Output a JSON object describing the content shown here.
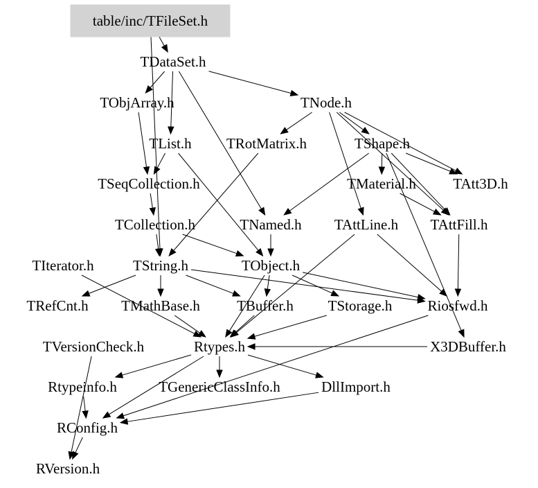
{
  "diagram": {
    "root": "table/inc/TFileSet.h",
    "nodes": {
      "TFileSet": "table/inc/TFileSet.h",
      "TDataSet": "TDataSet.h",
      "TObjArray": "TObjArray.h",
      "TNode": "TNode.h",
      "TList": "TList.h",
      "TRotMatrix": "TRotMatrix.h",
      "TShape": "TShape.h",
      "TSeqCollection": "TSeqCollection.h",
      "TMaterial": "TMaterial.h",
      "TAtt3D": "TAtt3D.h",
      "TCollection": "TCollection.h",
      "TNamed": "TNamed.h",
      "TAttLine": "TAttLine.h",
      "TAttFill": "TAttFill.h",
      "TIterator": "TIterator.h",
      "TString": "TString.h",
      "TObject": "TObject.h",
      "TRefCnt": "TRefCnt.h",
      "TMathBase": "TMathBase.h",
      "TBuffer": "TBuffer.h",
      "TStorage": "TStorage.h",
      "Riosfwd": "Riosfwd.h",
      "TVersionCheck": "TVersionCheck.h",
      "Rtypes": "Rtypes.h",
      "X3DBuffer": "X3DBuffer.h",
      "Rtypeinfo": "Rtypeinfo.h",
      "TGenericClassInfo": "TGenericClassInfo.h",
      "DllImport": "DllImport.h",
      "RConfig": "RConfig.h",
      "RVersion": "RVersion.h"
    },
    "edges": [
      [
        "TFileSet",
        "TDataSet"
      ],
      [
        "TFileSet",
        "TString"
      ],
      [
        "TDataSet",
        "TObjArray"
      ],
      [
        "TDataSet",
        "TList"
      ],
      [
        "TDataSet",
        "TNode"
      ],
      [
        "TDataSet",
        "TNamed"
      ],
      [
        "TObjArray",
        "TSeqCollection"
      ],
      [
        "TList",
        "TSeqCollection"
      ],
      [
        "TList",
        "TObject"
      ],
      [
        "TNode",
        "TRotMatrix"
      ],
      [
        "TNode",
        "TShape"
      ],
      [
        "TNode",
        "TAttLine"
      ],
      [
        "TNode",
        "TAtt3D"
      ],
      [
        "TNode",
        "TAttFill"
      ],
      [
        "TRotMatrix",
        "TString"
      ],
      [
        "TShape",
        "TNamed"
      ],
      [
        "TShape",
        "TMaterial"
      ],
      [
        "TShape",
        "TAtt3D"
      ],
      [
        "TShape",
        "TAttFill"
      ],
      [
        "TShape",
        "X3DBuffer"
      ],
      [
        "TMaterial",
        "TAttFill"
      ],
      [
        "TSeqCollection",
        "TCollection"
      ],
      [
        "TCollection",
        "TString"
      ],
      [
        "TCollection",
        "TObject"
      ],
      [
        "TNamed",
        "TObject"
      ],
      [
        "TAttLine",
        "Riosfwd"
      ],
      [
        "TAttLine",
        "Rtypes"
      ],
      [
        "TAttFill",
        "Riosfwd"
      ],
      [
        "TString",
        "TRefCnt"
      ],
      [
        "TString",
        "TMathBase"
      ],
      [
        "TString",
        "Riosfwd"
      ],
      [
        "TString",
        "TBuffer"
      ],
      [
        "TIterator",
        "Rtypes"
      ],
      [
        "TObject",
        "TBuffer"
      ],
      [
        "TObject",
        "TStorage"
      ],
      [
        "TObject",
        "Riosfwd"
      ],
      [
        "TObject",
        "Rtypes"
      ],
      [
        "TMathBase",
        "Rtypes"
      ],
      [
        "TStorage",
        "Rtypes"
      ],
      [
        "TBuffer",
        "Rtypes"
      ],
      [
        "Riosfwd",
        "RConfig"
      ],
      [
        "X3DBuffer",
        "Rtypes"
      ],
      [
        "Rtypes",
        "Rtypeinfo"
      ],
      [
        "Rtypes",
        "TGenericClassInfo"
      ],
      [
        "Rtypes",
        "DllImport"
      ],
      [
        "Rtypes",
        "RConfig"
      ],
      [
        "TVersionCheck",
        "RVersion"
      ],
      [
        "Rtypeinfo",
        "RConfig"
      ],
      [
        "RConfig",
        "RVersion"
      ],
      [
        "DllImport",
        "RConfig"
      ]
    ],
    "colors": {
      "root_fill": "#d3d3d3",
      "line": "#000000",
      "text": "#000000",
      "background": "#ffffff"
    }
  }
}
